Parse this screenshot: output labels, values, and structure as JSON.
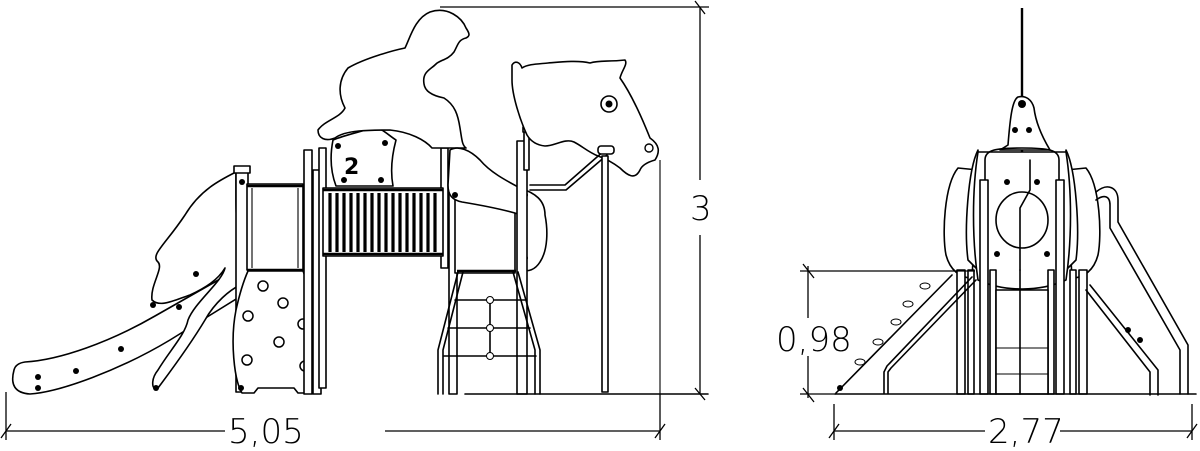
{
  "drawing": {
    "side_view": {
      "width_label": "5,05",
      "height_label": "3",
      "panel_number": "2"
    },
    "end_view": {
      "width_label": "2,77",
      "platform_height_label": "0,98"
    }
  }
}
